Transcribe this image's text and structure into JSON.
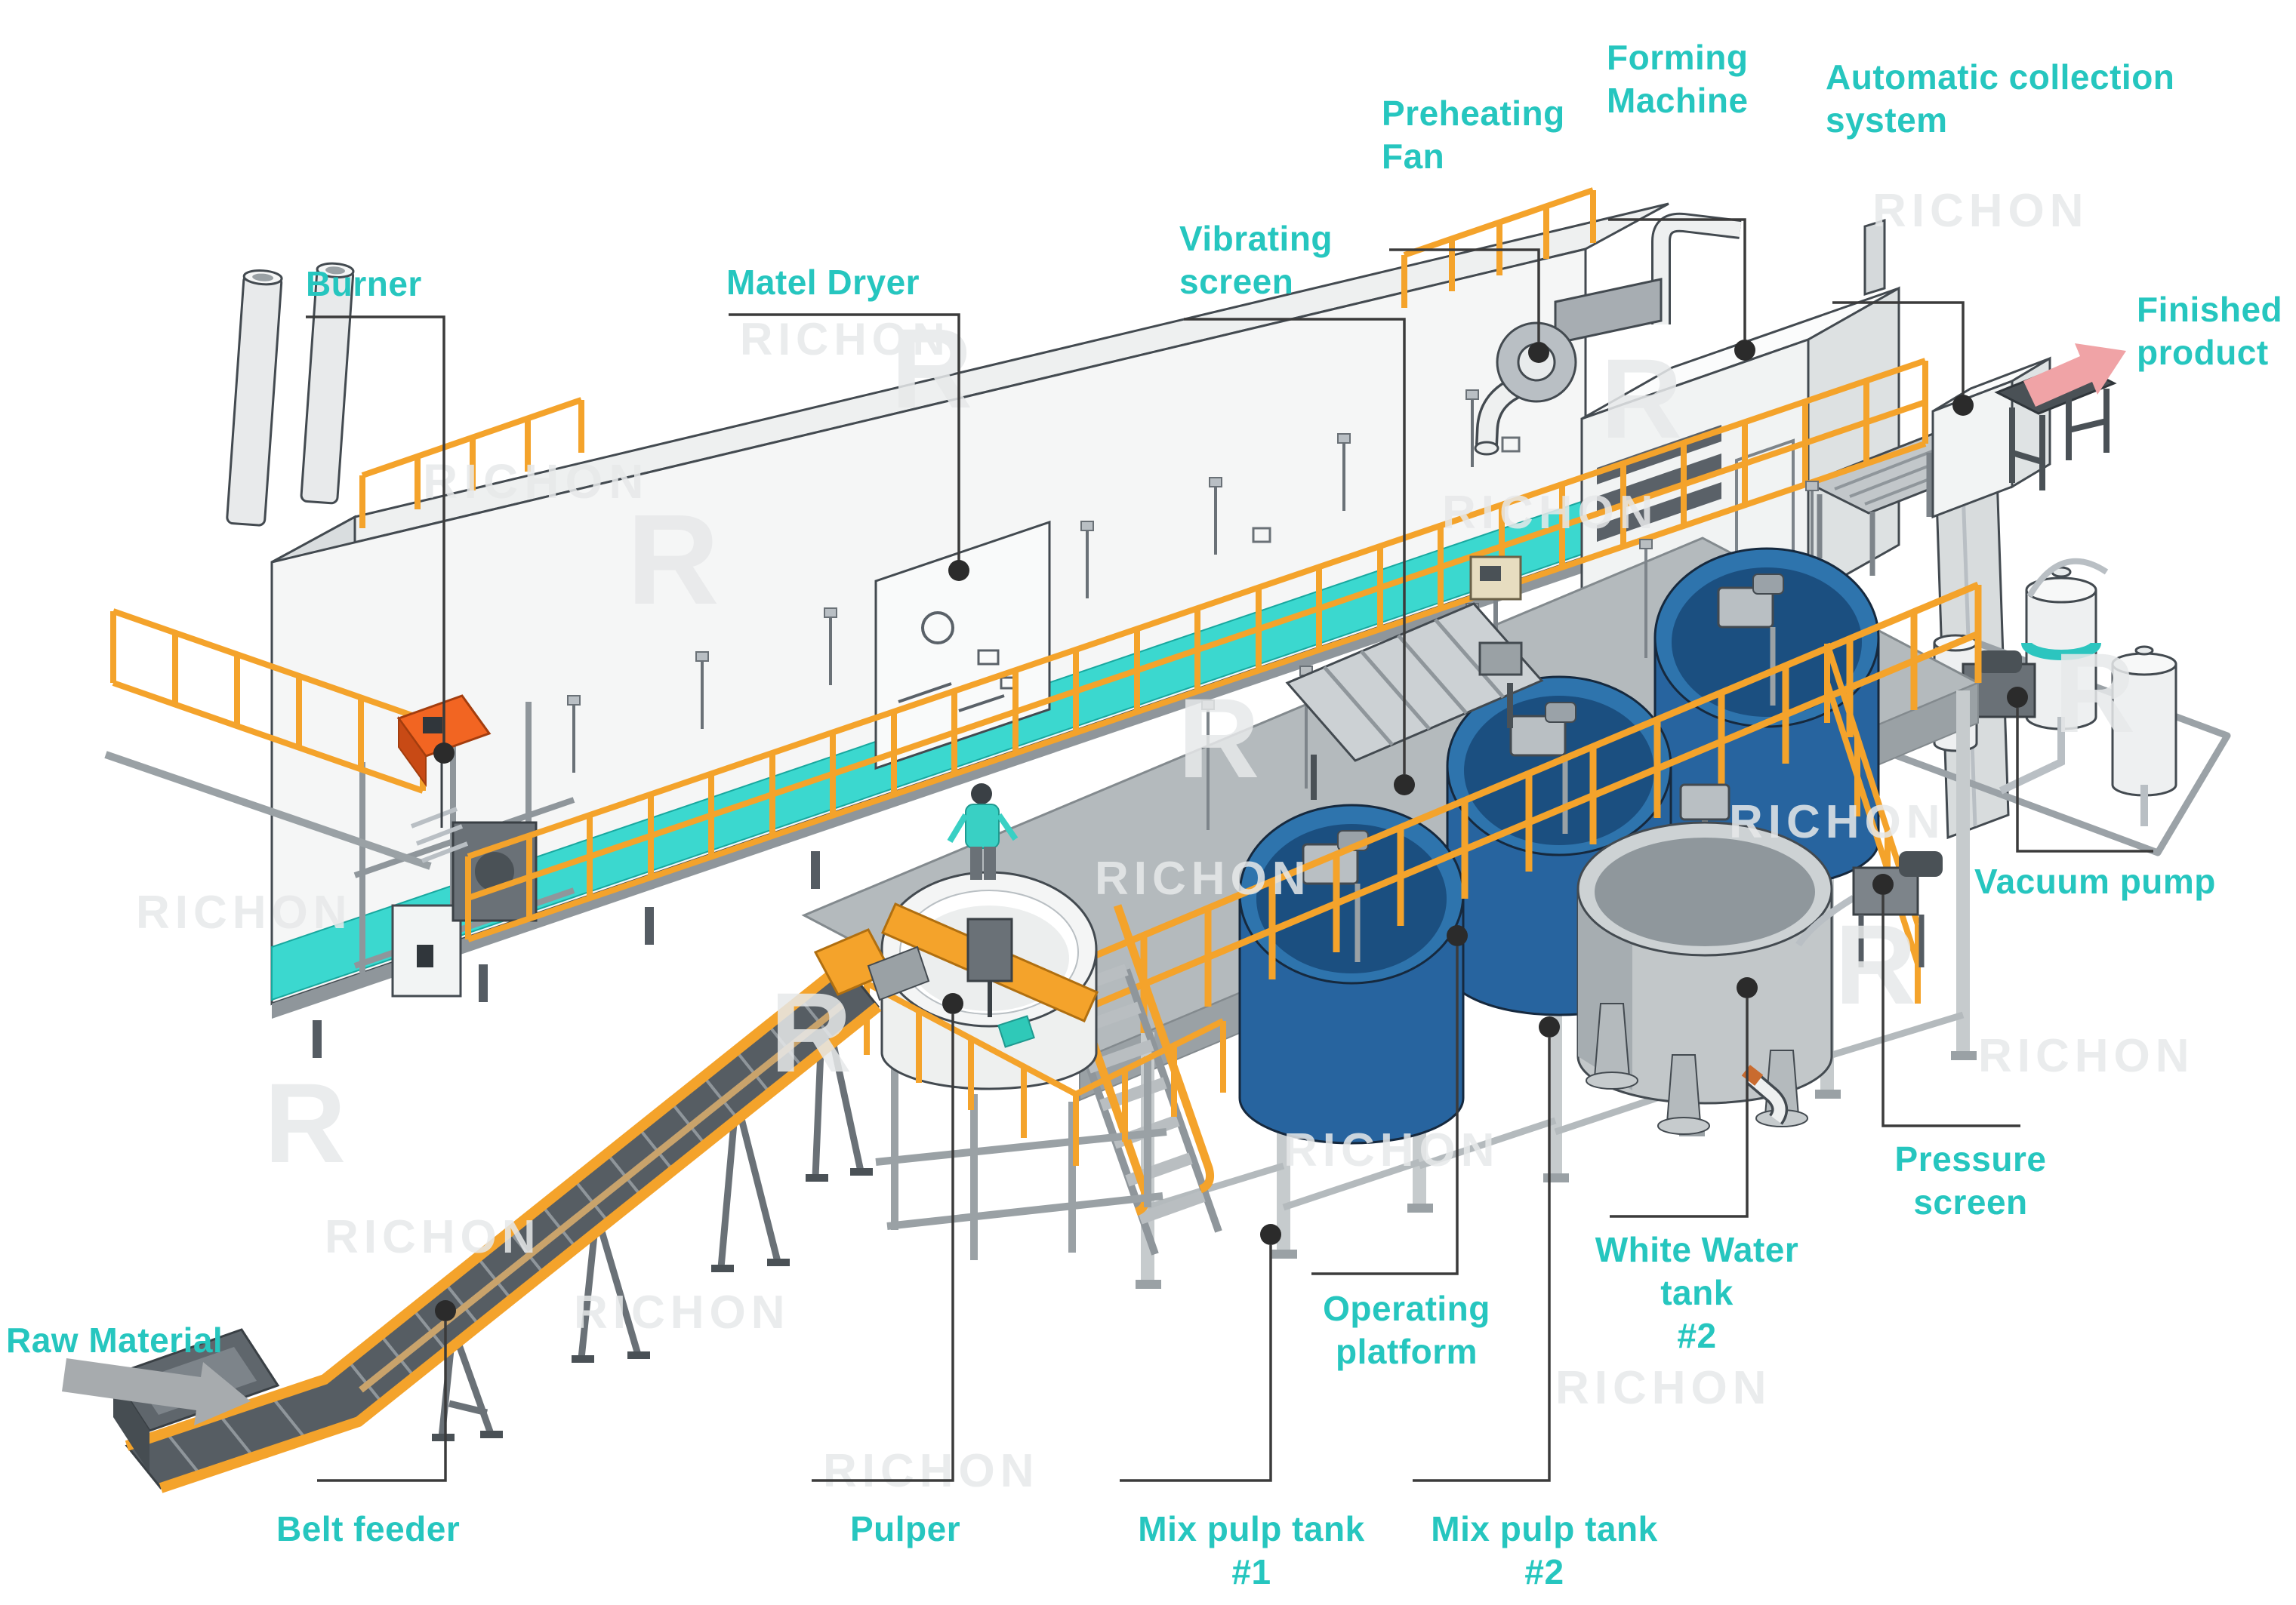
{
  "watermark": {
    "text": "RICHON",
    "logo": "R"
  },
  "colors": {
    "label_teal": "#26C6BF",
    "stripe_teal": "#3BD8CF",
    "railing_orange": "#F4A32B",
    "tank_blue": "#27649F",
    "tank_blue_inner": "#1B4F80",
    "machine_white": "#F2F4F4",
    "platform_gray": "#B4BABD",
    "finished_arrow_pink": "#F0A3A6",
    "raw_arrow_gray": "#A7ABAE",
    "burner_orange": "#F26522",
    "leader_line": "#3B3B3B"
  },
  "labels": {
    "burner": {
      "text": "Burner"
    },
    "matel_dryer": {
      "text": "Matel Dryer"
    },
    "vibrating_screen": {
      "text": "Vibrating\nscreen"
    },
    "preheating_fan": {
      "text": "Preheating\nFan"
    },
    "forming_machine": {
      "text": "Forming\nMachine"
    },
    "automatic_collection_system": {
      "text": "Automatic collection\nsystem"
    },
    "finished_product": {
      "text": "Finished\nproduct"
    },
    "vacuum_pump": {
      "text": "Vacuum pump"
    },
    "pressure_screen": {
      "text": "Pressure\nscreen"
    },
    "operating_platform": {
      "text": "Operating\nplatform"
    },
    "white_water_tank_2": {
      "text": "White Water\ntank\n#2"
    },
    "mix_pulp_tank_1": {
      "text": "Mix pulp tank\n#1"
    },
    "mix_pulp_tank_2": {
      "text": "Mix pulp tank\n#2"
    },
    "pulper": {
      "text": "Pulper"
    },
    "belt_feeder": {
      "text": "Belt feeder"
    },
    "raw_material": {
      "text": "Raw Material"
    }
  }
}
